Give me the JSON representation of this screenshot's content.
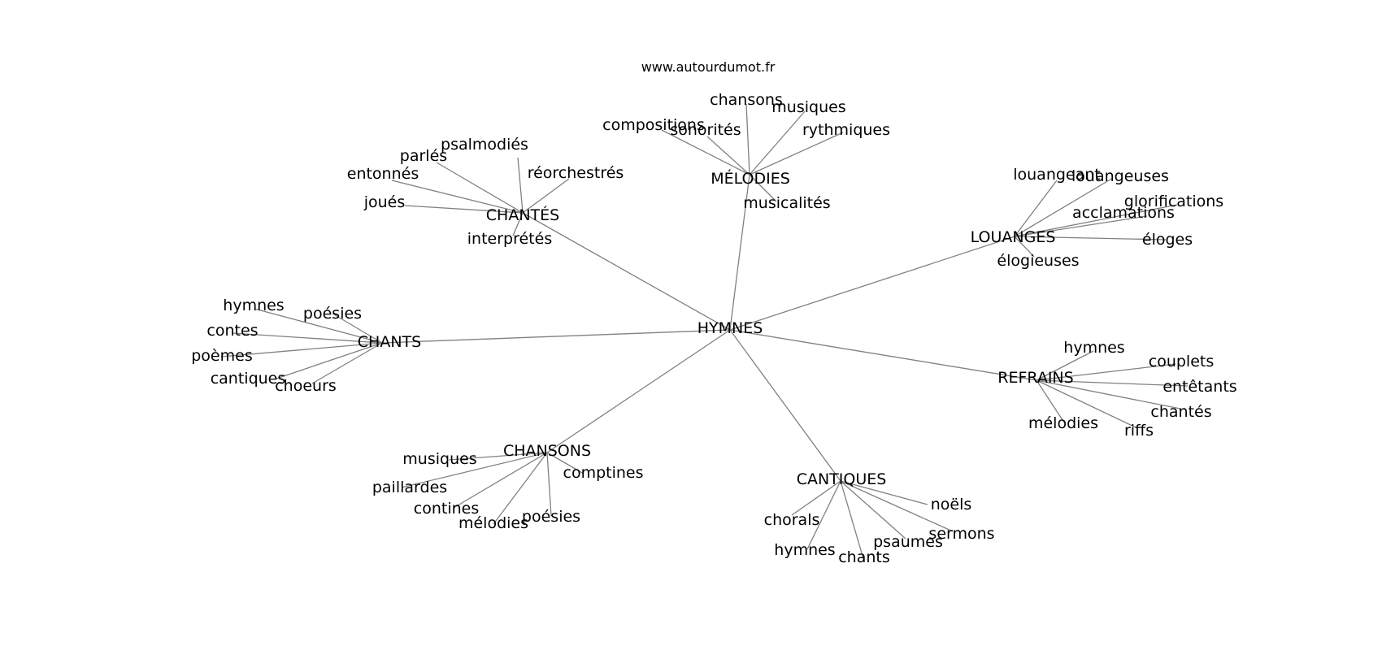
{
  "site_label": "www.autourdumot.fr",
  "root": "HYMNES",
  "groups": [
    {
      "id": "chantes",
      "label": "CHANTÉS",
      "children": [
        "psalmodiés",
        "parlés",
        "entonnés",
        "joués",
        "réorchestrés",
        "interprétés"
      ]
    },
    {
      "id": "melodies",
      "label": "MÉLODIES",
      "children": [
        "chansons",
        "musiques",
        "compositions",
        "sonorités",
        "rythmiques",
        "musicalités"
      ]
    },
    {
      "id": "louanges",
      "label": "LOUANGES",
      "children": [
        "louangeant",
        "louangeuses",
        "glorifications",
        "acclamations",
        "éloges",
        "élogieuses"
      ]
    },
    {
      "id": "chants",
      "label": "CHANTS",
      "children": [
        "hymnes",
        "poésies",
        "contes",
        "poèmes",
        "cantiques",
        "choeurs"
      ]
    },
    {
      "id": "refrains",
      "label": "REFRAINS",
      "children": [
        "hymnes",
        "couplets",
        "entêtants",
        "chantés",
        "riffs",
        "mélodies"
      ]
    },
    {
      "id": "chansons",
      "label": "CHANSONS",
      "children": [
        "musiques",
        "comptines",
        "paillardes",
        "contines",
        "mélodies",
        "poésies"
      ]
    },
    {
      "id": "cantiques",
      "label": "CANTIQUES",
      "children": [
        "noëls",
        "sermons",
        "psaumes",
        "chants",
        "hymnes",
        "chorals"
      ]
    }
  ]
}
